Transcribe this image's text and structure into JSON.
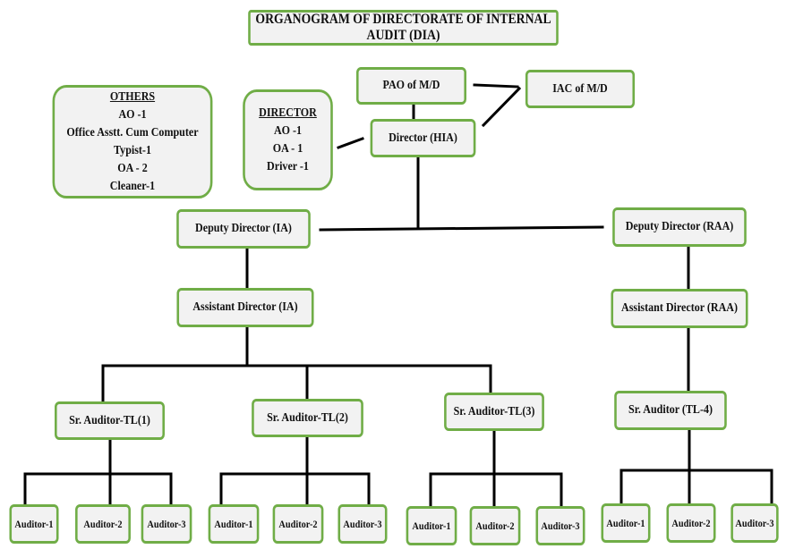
{
  "title": "ORGANOGRAM OF DIRECTORATE OF INTERNAL AUDIT (DIA)",
  "nodes": {
    "pao": "PAO of M/D",
    "iac": "IAC of M/D",
    "director_hia": "Director (HIA)",
    "deputy_ia": "Deputy Director (IA)",
    "deputy_raa": "Deputy Director (RAA)",
    "assistant_ia": "Assistant Director (IA)",
    "assistant_raa": "Assistant Director (RAA)",
    "sr_tl1": "Sr. Auditor-TL(1)",
    "sr_tl2": "Sr. Auditor-TL(2)",
    "sr_tl3": "Sr. Auditor-TL(3)",
    "sr_tl4": "Sr. Auditor (TL-4)"
  },
  "others": {
    "heading": "OTHERS",
    "lines": [
      "AO -1",
      "Office Asstt. Cum Computer Typist-1",
      "OA - 2",
      "Cleaner-1"
    ]
  },
  "director_staff": {
    "heading": "DIRECTOR",
    "lines": [
      "AO -1",
      "OA - 1",
      "Driver -1"
    ]
  },
  "auditors": [
    "Auditor-1",
    "Auditor-2",
    "Auditor-3"
  ]
}
